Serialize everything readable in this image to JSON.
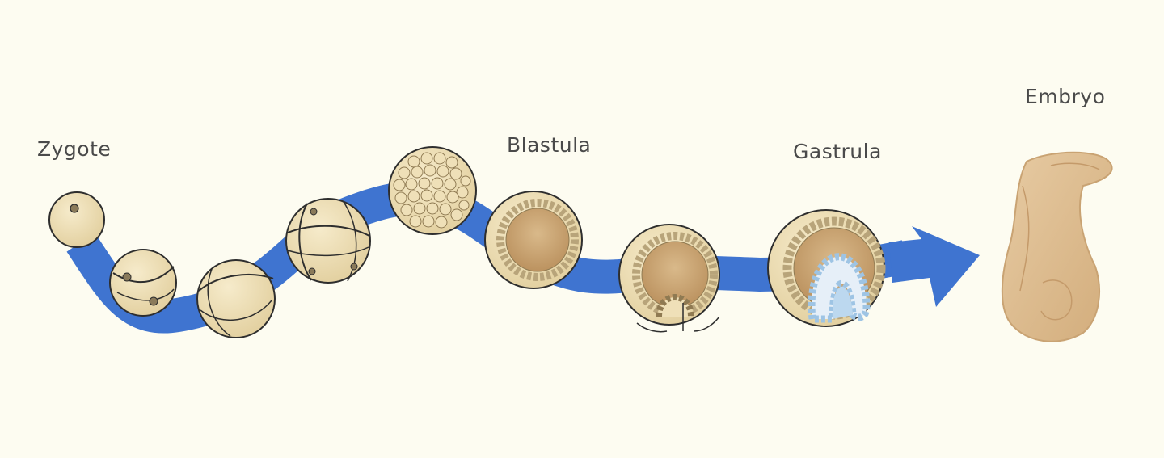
{
  "labels": {
    "zygote": "Zygote",
    "blastula": "Blastula",
    "gastrula": "Gastrula",
    "embryo": "Embryo"
  },
  "colors": {
    "background": "#fdfcf1",
    "arrow": "#3f74d0",
    "cell_fill": "#ecdcb0",
    "cell_outline": "#2e2e2e",
    "cavity": "#cfac7a",
    "endoderm": "#9ec4e4",
    "embryo": "#dcb98c"
  },
  "icons": {
    "stage_1": "zygote-cell-icon",
    "stage_2": "two-cell-stage-icon",
    "stage_3": "four-cell-stage-icon",
    "stage_4": "eight-cell-stage-icon",
    "stage_5": "morula-icon",
    "stage_6": "blastula-icon",
    "stage_7": "early-gastrula-icon",
    "stage_8": "gastrula-icon",
    "stage_9": "embryo-icon"
  }
}
